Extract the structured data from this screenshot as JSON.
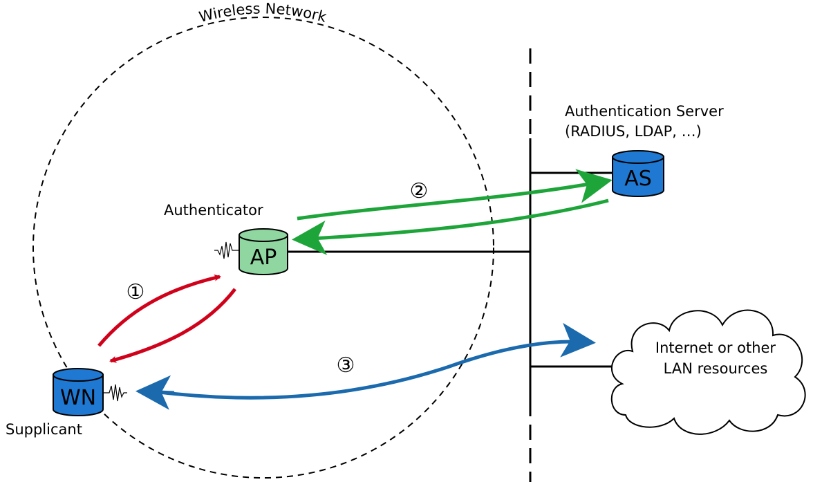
{
  "network": {
    "label": "Wireless Network"
  },
  "nodes": {
    "supplicant": {
      "label": "Supplicant",
      "icon_text": "WN",
      "color": "#1f78d1"
    },
    "authenticator": {
      "label": "Authenticator",
      "icon_text": "AP",
      "color": "#8fd6a0"
    },
    "server": {
      "label_line1": "Authentication Server",
      "label_line2": "(RADIUS, LDAP, …)",
      "icon_text": "AS",
      "color": "#1f78d1"
    },
    "internet": {
      "label_line1": "Internet or other",
      "label_line2": "LAN resources"
    }
  },
  "steps": [
    {
      "label": "①",
      "color": "#d0021b"
    },
    {
      "label": "②",
      "color": "#1ea53a"
    },
    {
      "label": "③",
      "color": "#1a6aad"
    }
  ]
}
